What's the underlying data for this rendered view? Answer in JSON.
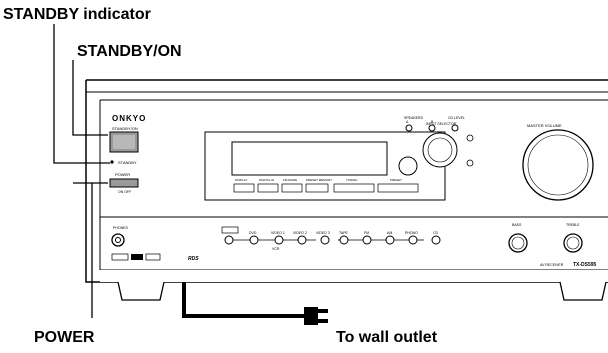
{
  "callouts": {
    "standby_indicator": "STANDBY indicator",
    "standby_on": "STANDBY/ON",
    "power": "POWER",
    "wall_outlet": "To wall outlet"
  },
  "receiver": {
    "brand": "ONKYO",
    "model": "TX-DS595",
    "model_prefix": "AV RECEIVER",
    "standby_on_label": "STANDBY/ON",
    "standby_label": "STANDBY",
    "power_label": "POWER",
    "on_off_label": "ON  OFF",
    "master_volume": "MASTER VOLUME",
    "speakers_label": "SPEAKERS",
    "speaker_a": "A",
    "speaker_b": "B",
    "cd_level": "CD LEVEL",
    "phones_label": "PHONES",
    "bass_label": "BASS",
    "treble_label": "TREBLE",
    "input_knob_label": "INPUT SELECTOR",
    "display_buttons": [
      "DISPLAY",
      "DIGITAL IN",
      "FM MODE",
      "PRESET MEMORY",
      "TUNING",
      "PRESET"
    ],
    "input_buttons": [
      "DVD",
      "VIDEO 1",
      "VIDEO 2",
      "VIDEO 3",
      "TAPE",
      "FM",
      "AM",
      "PHONO",
      "CD"
    ],
    "vcr_label": "VCR",
    "rds_label": "RDS"
  }
}
